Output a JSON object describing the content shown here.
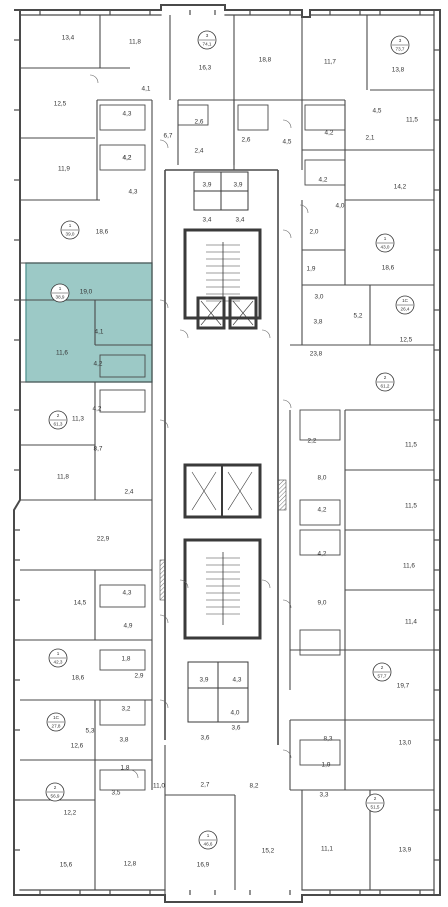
{
  "colors": {
    "wall": "#4a4a4a",
    "highlight_fill": "#9cc9c6",
    "highlight_stroke": "#5b9a97",
    "badge_stroke": "#333333",
    "text": "#333333"
  },
  "badges": [
    {
      "type": "3",
      "area": "74,1"
    },
    {
      "type": "3",
      "area": "73,7"
    },
    {
      "type": "1",
      "area": "39,0"
    },
    {
      "type": "1",
      "area": "43,0"
    },
    {
      "type": "1",
      "area": "38,9"
    },
    {
      "type": "1С",
      "area": "26,4"
    },
    {
      "type": "2",
      "area": "61,2"
    },
    {
      "type": "2",
      "area": "61,3"
    },
    {
      "type": "1",
      "area": "42,3"
    },
    {
      "type": "2",
      "area": "57,7"
    },
    {
      "type": "1С",
      "area": "27,8"
    },
    {
      "type": "2",
      "area": "56,9"
    },
    {
      "type": "2",
      "area": "51,5"
    },
    {
      "type": "1",
      "area": "46,6"
    }
  ],
  "room_labels": [
    "13,4",
    "11,8",
    "16,3",
    "18,8",
    "11,7",
    "13,8",
    "4,1",
    "12,5",
    "4,3",
    "4,2",
    "6,7",
    "2,6",
    "2,4",
    "2,6",
    "4,5",
    "4,5",
    "4,2",
    "2,1",
    "11,5",
    "11,9",
    "4,2",
    "4,3",
    "3,9",
    "3,9",
    "4,2",
    "14,2",
    "4,0",
    "18,6",
    "3,4",
    "3,4",
    "2,0",
    "18,6",
    "1,9",
    "19,0",
    "3,0",
    "5,2",
    "12,5",
    "3,8",
    "4,1",
    "11,6",
    "4,2",
    "23,8",
    "4,2",
    "11,3",
    "2,2",
    "8,7",
    "8,0",
    "11,5",
    "11,8",
    "2,4",
    "11,5",
    "22,9",
    "4,2",
    "4,2",
    "11,6",
    "14,5",
    "4,3",
    "4,9",
    "9,0",
    "11,4",
    "18,6",
    "1,8",
    "2,9",
    "3,9",
    "4,3",
    "4,0",
    "19,7",
    "3,2",
    "5,3",
    "3,8",
    "12,6",
    "3,6",
    "3,6",
    "8,3",
    "1,9",
    "13,0",
    "1,8",
    "3,5",
    "11,0",
    "2,7",
    "8,2",
    "3,3",
    "12,2",
    "16,9",
    "15,2",
    "11,1",
    "13,9",
    "15,6",
    "12,8"
  ]
}
